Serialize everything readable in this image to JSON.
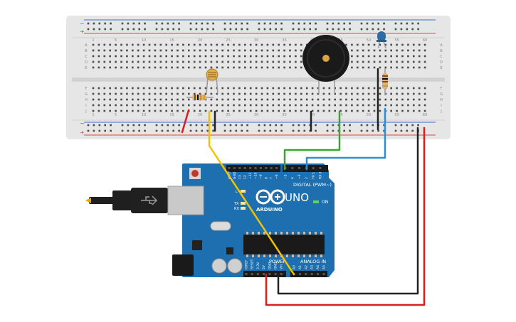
{
  "canvas": {
    "background": "#ffffff"
  },
  "breadboard": {
    "body_color": "#e6e6e6",
    "rail_plus_color": "#e04545",
    "rail_minus_color": "#3f6fcf",
    "rail_plus_symbol": "+",
    "rail_minus_symbol": "−",
    "column_labels": [
      "1",
      "5",
      "10",
      "15",
      "20",
      "25",
      "30",
      "35",
      "40",
      "45",
      "50",
      "55",
      "60"
    ],
    "row_labels_top": [
      "A",
      "B",
      "C",
      "D",
      "E"
    ],
    "row_labels_bottom": [
      "F",
      "G",
      "H",
      "I",
      "J"
    ]
  },
  "components": {
    "photoresistor": {
      "icon": "photoresistor-icon",
      "color": "#d9a441"
    },
    "resistor_1": {
      "icon": "resistor-icon",
      "band_colors": [
        "#8b4513",
        "#000000",
        "#ff7f00",
        "#c9a227"
      ]
    },
    "resistor_2": {
      "icon": "resistor-icon",
      "band_colors": [
        "#8b4513",
        "#000000",
        "#8b4513",
        "#c9a227"
      ]
    },
    "buzzer": {
      "icon": "piezo-buzzer-icon",
      "body_color": "#1a1a1a",
      "center_color": "#d9a441"
    },
    "led": {
      "icon": "led-icon",
      "color": "#2d6ca2"
    }
  },
  "arduino": {
    "board_color": "#1e6fb0",
    "model_label": "UNO",
    "brand_label": "ARDUINO",
    "digital_label": "DIGITAL (PWM~)",
    "analog_label": "ANALOG IN",
    "power_label": "POWER",
    "on_label": "ON",
    "tx_label": "TX",
    "rx_label": "RX",
    "l_label": "L",
    "digital_pins": [
      "AREF",
      "GND",
      "13",
      "12",
      "~11",
      "~10",
      "~9",
      "8",
      "7",
      "~6",
      "~5",
      "4",
      "~3",
      "2",
      "TX 1",
      "RX 0"
    ],
    "power_pins": [
      "IOREF",
      "RESET",
      "3.3V",
      "5V",
      "GND",
      "GND",
      "Vin"
    ],
    "analog_pins": [
      "A0",
      "A1",
      "A2",
      "A3",
      "A4",
      "A5"
    ]
  },
  "wires": {
    "red": "#d42020",
    "black": "#222222",
    "yellow": "#f2c200",
    "green": "#3aa632",
    "blue": "#2b8fd6"
  }
}
